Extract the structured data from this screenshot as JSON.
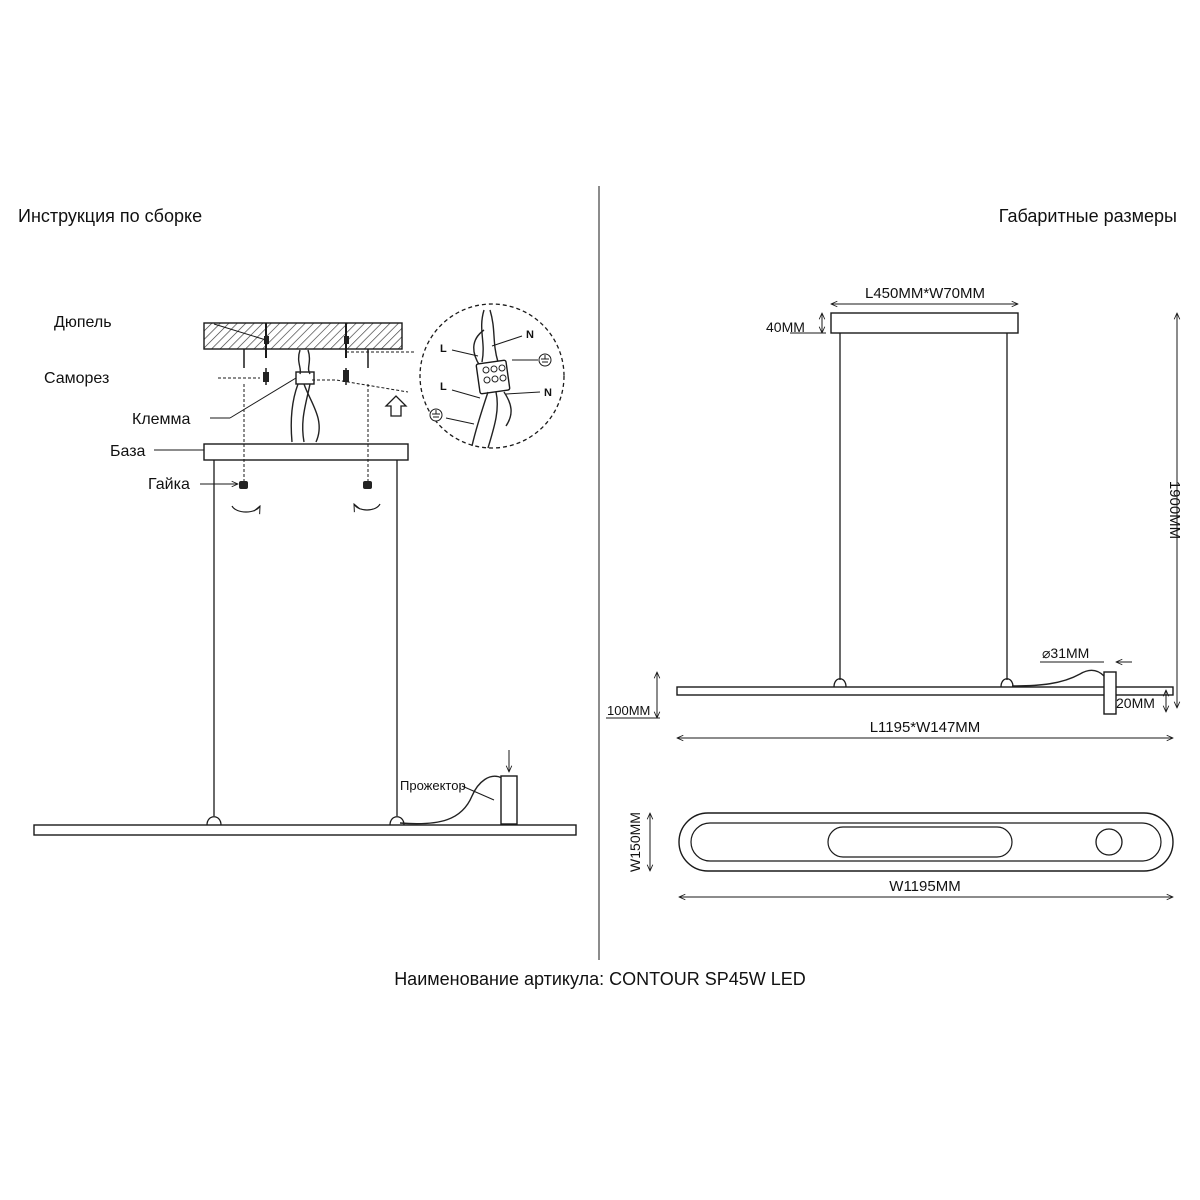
{
  "left_title": "Инструкция по сборке",
  "right_title": "Габаритные размеры",
  "product_line": "Наименование артикула: CONTOUR SP45W LED",
  "assembly": {
    "dowel": "Дюпель",
    "screw": "Саморез",
    "terminal": "Клемма",
    "base": "База",
    "nut": "Гайка",
    "spotlight": "Прожектор",
    "wire_L": "L",
    "wire_N": "N"
  },
  "dimensions": {
    "canopy": "L450MM*W70MM",
    "canopy_height": "40MM",
    "suspension_height": "1900MM",
    "spot_diameter": "⌀31MM",
    "body_height": "100MM",
    "spot_height": "20MM",
    "body_length": "L1195*W147MM",
    "top_width": "W150MM",
    "top_length": "W1195MM"
  },
  "colors": {
    "line": "#1a1a1a",
    "background": "#ffffff"
  }
}
